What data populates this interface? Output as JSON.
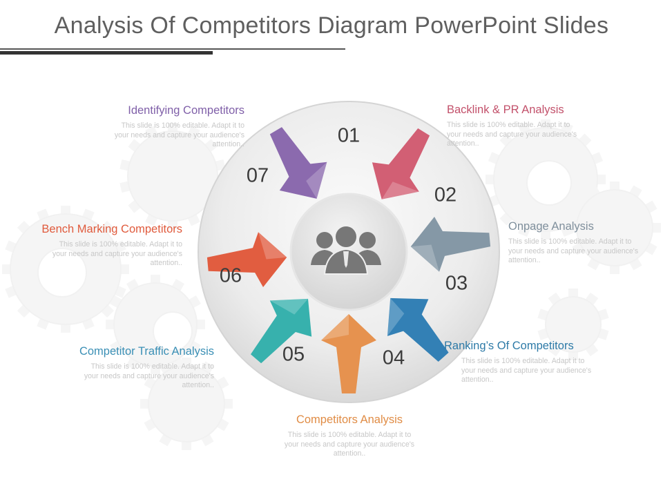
{
  "title": "Analysis Of Competitors Diagram PowerPoint Slides",
  "colors": {
    "p01": "#d25f74",
    "p02": "#8598a6",
    "p03": "#3380b5",
    "p04": "#e6924f",
    "p05": "#37b1ad",
    "p06": "#e15d40",
    "p07": "#8b6aae",
    "text": "#5f5f5f",
    "number": "#3c3c3c",
    "desc": "#c7c7c7",
    "icon": "#7a7a7a"
  },
  "center_icon": "people-group-icon",
  "steps": [
    {
      "number": "01",
      "title": "Backlink & PR Analysis",
      "desc": "This slide is 100% editable. Adapt it to your needs and capture your audience's attention..",
      "color": "#c2506a"
    },
    {
      "number": "02",
      "title": "Onpage Analysis",
      "desc": "This slide is 100% editable. Adapt it to your needs and capture your audience's attention..",
      "color": "#7f8f9c"
    },
    {
      "number": "03",
      "title": "Ranking’s Of Competitors",
      "desc": "This slide is 100% editable. Adapt it to your needs and capture your audience's attention..",
      "color": "#2d7aa7"
    },
    {
      "number": "04",
      "title": "Competitors Analysis",
      "desc": "This slide is 100% editable. Adapt it to your needs and capture your audience's attention..",
      "color": "#e08c45"
    },
    {
      "number": "05",
      "title": "Competitor Traffic Analysis",
      "desc": "This slide is 100% editable. Adapt it to your needs and capture your audience's attention..",
      "color": "#3a8fb5"
    },
    {
      "number": "06",
      "title": "Bench Marking Competitors",
      "desc": "This slide is 100% editable. Adapt it to your needs and capture your audience's attention..",
      "color": "#e05a3c"
    },
    {
      "number": "07",
      "title": "Identifying Competitors",
      "desc": "This slide is 100% editable. Adapt it to your needs and capture your audience's attention..",
      "color": "#7f5fa8"
    }
  ]
}
